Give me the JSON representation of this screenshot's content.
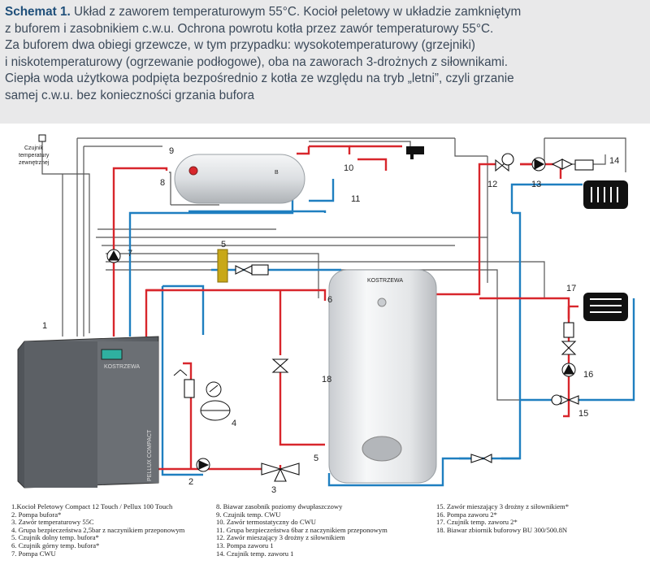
{
  "caption": {
    "title": "Schemat 1.",
    "lines": [
      "Układ z zaworem temperaturowym 55°C. Kocioł peletowy w układzie zamkniętym",
      "z buforem i zasobnikiem c.w.u. Ochrona powrotu kotła przez zawór temperaturowy 55°C.",
      "Za buforem dwa obiegi grzewcze, w tym przypadku: wysokotemperaturowy (grzejniki)",
      "i niskotemperaturowy (ogrzewanie podłogowe), oba na zaworach 3-drożnych z siłownikami.",
      "Ciepła woda użytkowa podpięta bezpośrednio z kotła ze względu na tryb „letni”, czyli grzanie",
      "samej c.w.u. bez konieczności grzania bufora"
    ]
  },
  "diagram": {
    "sensor_label": [
      "Czujnik",
      "temperatury",
      "zewnętrznej"
    ],
    "numbers": [
      "1",
      "2",
      "3",
      "4",
      "5",
      "5",
      "6",
      "7",
      "8",
      "9",
      "10",
      "11",
      "12",
      "13",
      "14",
      "15",
      "16",
      "17",
      "18"
    ],
    "boiler_brand": "PELLUX COMPACT",
    "boiler_logo": "KOSTRZEWA",
    "buffer_logo": "KOSTRZEWA",
    "colors": {
      "supply": "#d8262c",
      "return": "#1f7fc0",
      "signal": "#555555"
    }
  },
  "legend": {
    "col1": [
      "1.Kocioł Peletowy Compact 12 Touch / Pellux 100 Touch",
      "2. Pompa bufora*",
      "3. Zawór temperaturowy 55C",
      "4. Grupa bezpieczeństwa 2,5bar z naczynikiem przeponowym",
      "5. Czujnik dolny temp. bufora*",
      "6. Czujnik górny temp. bufora*",
      "7. Pompa CWU"
    ],
    "col2": [
      "8. Biawar zasobnik poziomy dwupłaszczowy",
      "9. Czujnik temp. CWU",
      "10. Zawór termostatyczny do CWU",
      "11. Grupa bezpieczeństwa 6bar z naczynikiem przeponowym",
      "12. Zawór mieszający 3 drożny z siłownikiem",
      "13. Pompa zaworu 1",
      "14. Czujnik temp. zaworu 1"
    ],
    "col3": [
      "15. Zawór mieszający 3 drożny z siłownikiem*",
      "16. Pompa zaworu 2*",
      "17. Czujnik temp. zaworu 2*",
      "18. Biawar zbiornik buforowy BU 300/500.8N"
    ]
  }
}
